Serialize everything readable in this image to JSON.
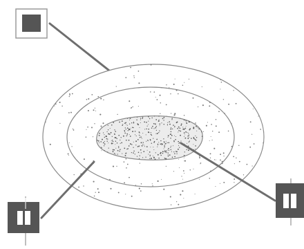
{
  "colors": {
    "background": "#ffffff",
    "outline": "#8a8a8a",
    "leader": "#6e6e6e",
    "stipple_light": "#7a7a7a",
    "stipple_dense": "#5a5a5a",
    "core_fill": "#ececec",
    "symbol_dark": "#555555",
    "symbol_frame": "#9a9a9a"
  },
  "diagram": {
    "regions": [
      {
        "id": "outer-zone",
        "stipple": "sparse"
      },
      {
        "id": "middle-zone",
        "stipple": "medium"
      },
      {
        "id": "core-zone",
        "stipple": "dense"
      }
    ],
    "symbols": [
      {
        "id": "symbol-top-left",
        "icon": "filled-square-in-frame-icon",
        "points_to": "outer-zone"
      },
      {
        "id": "symbol-bottom-left",
        "icon": "split-bar-with-cross-icon",
        "points_to": "middle-zone"
      },
      {
        "id": "symbol-bottom-right",
        "icon": "split-bar-with-cross-icon",
        "points_to": "core-zone"
      }
    ]
  }
}
